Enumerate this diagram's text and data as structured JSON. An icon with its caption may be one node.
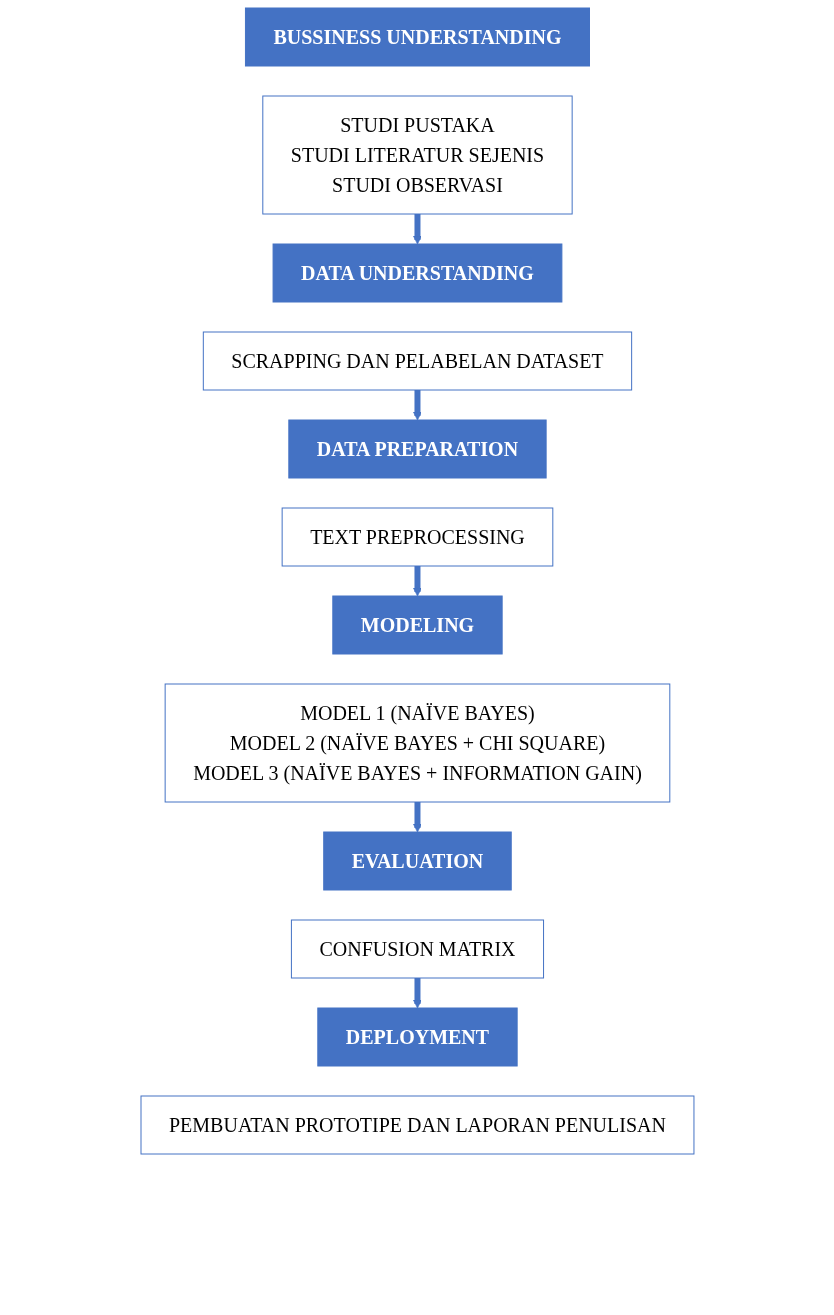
{
  "diagram": {
    "nodes": [
      {
        "text": [
          "BUSSINESS UNDERSTANDING"
        ]
      },
      {
        "text": [
          "STUDI PUSTAKA",
          "STUDI LITERATUR SEJENIS",
          "STUDI OBSERVASI"
        ]
      },
      {
        "text": [
          "DATA UNDERSTANDING"
        ]
      },
      {
        "text": [
          "SCRAPPING DAN PELABELAN DATASET"
        ]
      },
      {
        "text": [
          "DATA PREPARATION"
        ]
      },
      {
        "text": [
          "TEXT PREPROCESSING"
        ]
      },
      {
        "text": [
          "MODELING"
        ]
      },
      {
        "text": [
          "MODEL 1 (NAÏVE BAYES)",
          "MODEL 2 (NAÏVE BAYES + CHI SQUARE)",
          "MODEL 3 (NAÏVE BAYES + INFORMATION GAIN)"
        ]
      },
      {
        "text": [
          "EVALUATION"
        ]
      },
      {
        "text": [
          "CONFUSION MATRIX"
        ]
      },
      {
        "text": [
          "DEPLOYMENT"
        ]
      },
      {
        "text": [
          "PEMBUATAN PROTOTIPE DAN LAPORAN PENULISAN"
        ]
      }
    ],
    "edges": [
      {
        "from": 1,
        "to": 2,
        "arrow": "to"
      },
      {
        "from": 3,
        "to": 4,
        "arrow": "to"
      },
      {
        "from": 5,
        "to": 6,
        "arrow": "to"
      },
      {
        "from": 7,
        "to": 8,
        "arrow": "to"
      },
      {
        "from": 9,
        "to": 10,
        "arrow": "to"
      }
    ]
  }
}
